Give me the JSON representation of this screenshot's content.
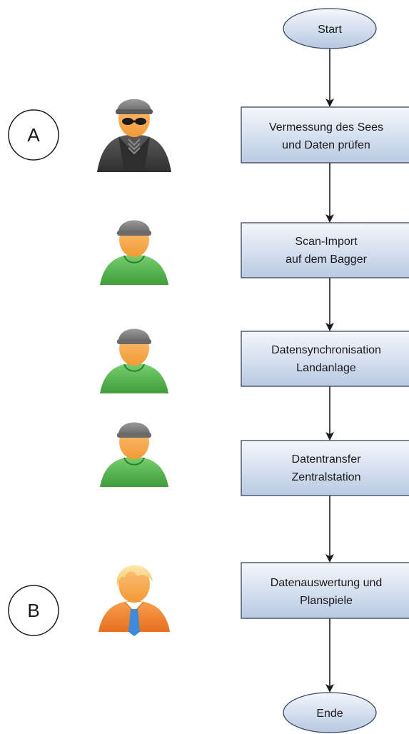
{
  "flow": {
    "start": "Start",
    "end": "Ende",
    "steps": [
      {
        "line1": "Vermessung des Sees",
        "line2": "und Daten prüfen"
      },
      {
        "line1": "Scan-Import",
        "line2": "auf dem Bagger"
      },
      {
        "line1": "Datensynchronisation",
        "line2": "Landanlage"
      },
      {
        "line1": "Datentransfer",
        "line2": "Zentralstation"
      },
      {
        "line1": "Datenauswertung und",
        "line2": "Planspiele"
      }
    ]
  },
  "markers": {
    "a": "A",
    "b": "B"
  },
  "actors": [
    {
      "icon": "spy-user-icon"
    },
    {
      "icon": "worker-user-icon"
    },
    {
      "icon": "worker-user-icon"
    },
    {
      "icon": "worker-user-icon"
    },
    {
      "icon": "business-user-icon"
    }
  ],
  "colors": {
    "box_top": "#f4f7fc",
    "box_bottom": "#b9cae3",
    "box_stroke": "#37465f",
    "arrow": "#1c1c1c",
    "worker_shirt": "#5dbb55",
    "worker_skin": "#f7a84a",
    "worker_cap": "#7e7e7e",
    "spy_coat": "#3f3f3f",
    "business_shirt": "#f2862e",
    "business_hair": "#f7d98c",
    "tie": "#3d8bd9"
  }
}
